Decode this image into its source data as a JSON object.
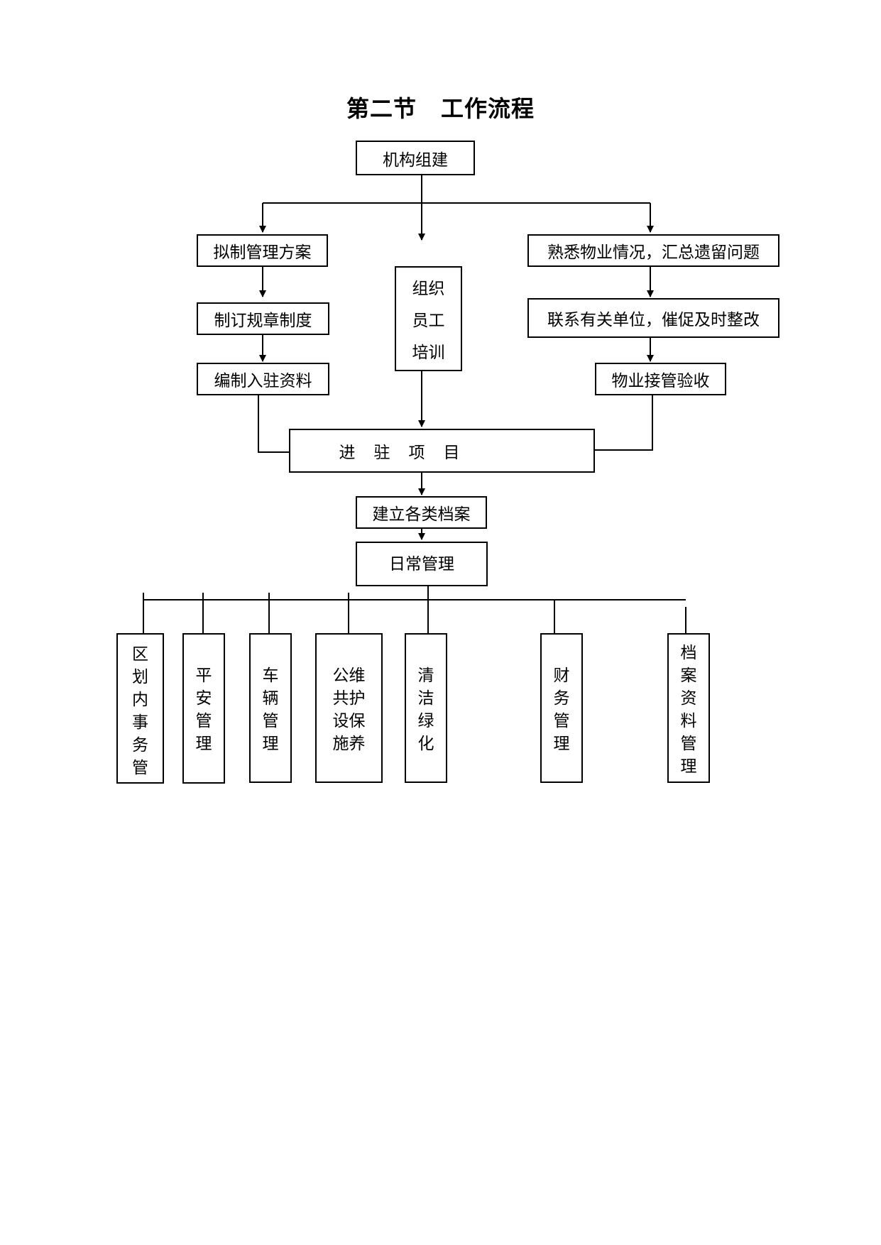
{
  "title_part1": "第二节",
  "title_part2": "工作流程",
  "nodes": {
    "org": "机构组建",
    "plan": "拟制管理方案",
    "rules": "制订规章制度",
    "materials": "编制入驻资料",
    "training": "组织\n员工\n培训",
    "familiar": "熟悉物业情况，汇总遗留问题",
    "contact": "联系有关单位，催促及时整改",
    "acceptance": "物业接管验收",
    "enter": "进驻项目",
    "archives": "建立各类档案",
    "daily": "日常管理"
  },
  "departments": [
    {
      "label": "区\n划\n内\n事\n务\n管"
    },
    {
      "label": "平\n安\n管\n理"
    },
    {
      "label": "车\n辆\n管\n理"
    },
    {
      "label": "公维\n共护\n设保\n施养"
    },
    {
      "label": "清\n洁\n绿\n化"
    },
    {
      "label": "财\n务\n管\n理"
    },
    {
      "label": "档\n案\n资\n料\n管\n理"
    }
  ]
}
